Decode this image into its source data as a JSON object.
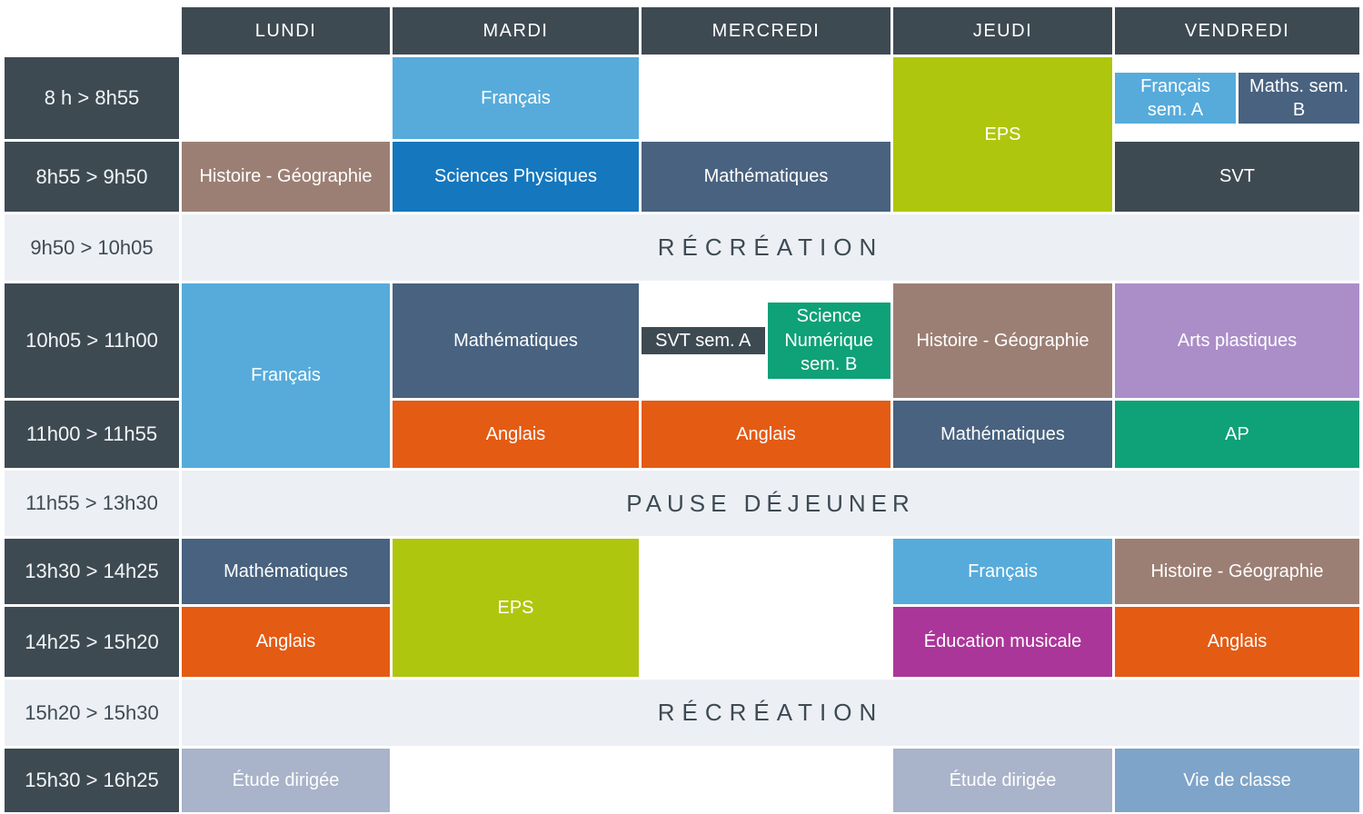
{
  "days": [
    "LUNDI",
    "MARDI",
    "MERCREDI",
    "JEUDI",
    "VENDREDI"
  ],
  "times": [
    "8 h > 8h55",
    "8h55 > 9h50",
    "9h50 > 10h05",
    "10h05 > 11h00",
    "11h00 > 11h55",
    "11h55 > 13h30",
    "13h30 > 14h25",
    "14h25 > 15h20",
    "15h20 > 15h30",
    "15h30 > 16h25"
  ],
  "breaks": {
    "morning_recess": "RÉCRÉATION",
    "lunch": "PAUSE DÉJEUNER",
    "afternoon_recess": "RÉCRÉATION"
  },
  "cells": {
    "mardi_0800": "Français",
    "jeudi_0800_0950": "EPS",
    "vendredi_0800_a": "Français sem. A",
    "vendredi_0800_b": "Maths. sem. B",
    "lundi_0855": "Histoire - Géographie",
    "mardi_0855": "Sciences Physiques",
    "mercredi_0855": "Mathématiques",
    "vendredi_0855": "SVT",
    "lundi_1005_1155": "Français",
    "mardi_1005": "Mathématiques",
    "mercredi_1005_a": "SVT sem. A",
    "mercredi_1005_b": "Science Numérique sem. B",
    "jeudi_1005": "Histoire - Géographie",
    "vendredi_1005": "Arts plastiques",
    "mardi_1100": "Anglais",
    "mercredi_1100": "Anglais",
    "jeudi_1100": "Mathématiques",
    "vendredi_1100": "AP",
    "lundi_1330": "Mathématiques",
    "mardi_1330_1520": "EPS",
    "jeudi_1330": "Français",
    "vendredi_1330": "Histoire - Géographie",
    "lundi_1425": "Anglais",
    "jeudi_1425": "Éducation musicale",
    "vendredi_1425": "Anglais",
    "lundi_1530": "Étude dirigée",
    "jeudi_1530": "Étude dirigée",
    "vendredi_1530": "Vie de classe"
  },
  "colors": {
    "header_dark": "#3E4A52",
    "break_band_light": "#ECF0F5",
    "francais_blue": "#56ABDB",
    "maths_slate_blue": "#48627F",
    "sciences_physiques_blue": "#1577BD",
    "eps_lime": "#AFC60E",
    "histoire_geo_mauve": "#9C7F74",
    "svt_dark": "#3E4A52",
    "science_numerique_ap_green": "#0FA177",
    "anglais_orange": "#E45B14",
    "arts_plastiques_purple": "#AB8EC8",
    "education_musicale_magenta": "#AB3699",
    "etude_dirigee_gray_blue": "#A9B3C9",
    "vie_de_classe_steel_blue": "#7FA4C9"
  }
}
